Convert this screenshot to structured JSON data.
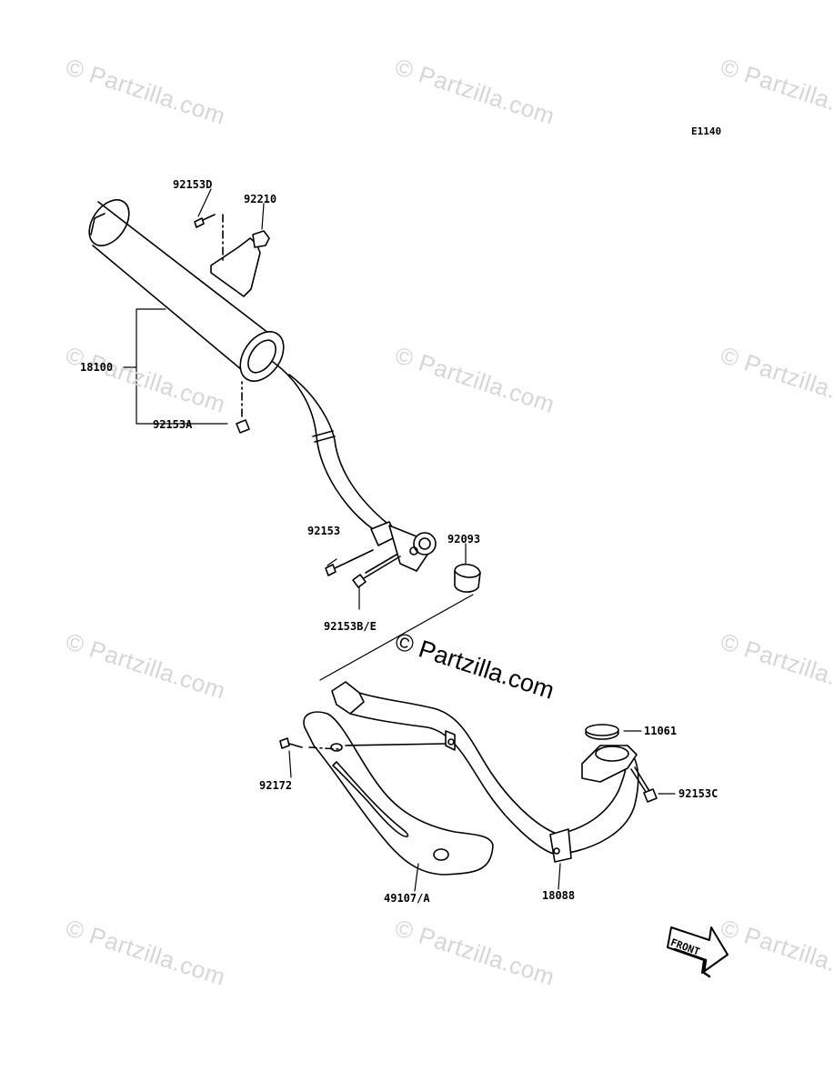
{
  "diagram_code": "E1140",
  "watermark_text": "© Partzilla.com",
  "copyright_text": "© Partzilla.com",
  "front_arrow_label": "FRONT",
  "part_labels": {
    "p92153D": "92153D",
    "p92210": "92210",
    "p18100": "18100",
    "p92153A": "92153A",
    "p92153": "92153",
    "p92093": "92093",
    "p92153BE": "92153B/E",
    "p11061": "11061",
    "p92172": "92172",
    "p92153C": "92153C",
    "p49107A": "49107/A",
    "p18088": "18088"
  },
  "colors": {
    "line": "#000000",
    "watermark": "#d6d6d6",
    "background": "#ffffff"
  }
}
